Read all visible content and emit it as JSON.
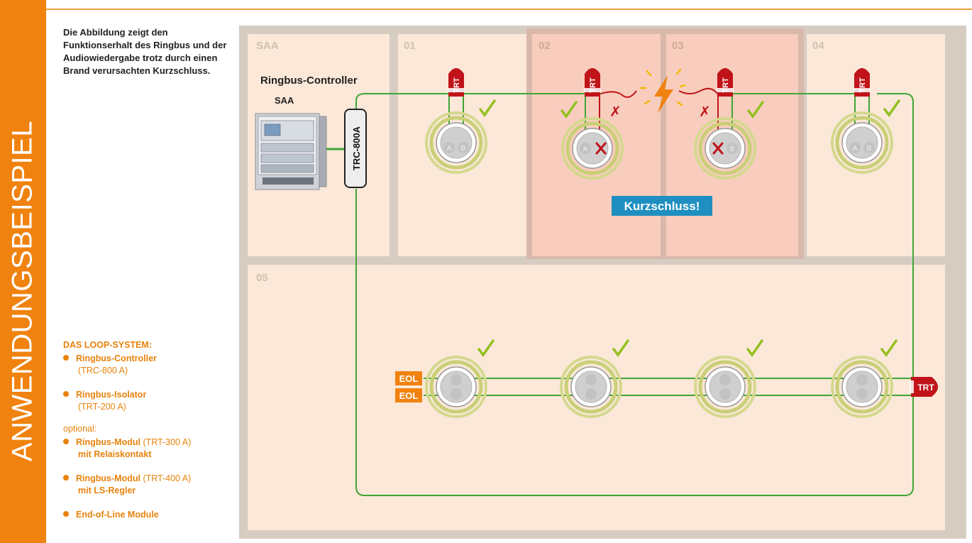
{
  "sidebar": {
    "title": "ANWENDUNGSBEISPIEL"
  },
  "description": "Die Abbildung zeigt den Funktionserhalt des Ringbus und der Audiowiedergabe trotz durch einen Brand verursachten Kurzschluss.",
  "system": {
    "heading": "DAS LOOP-SYSTEM:",
    "items": [
      {
        "name": "Ringbus-Controller",
        "detail": "(TRC-800 A)"
      },
      {
        "name": "Ringbus-Isolator",
        "detail": "(TRT-200 A)"
      }
    ],
    "optional_label": "optional:",
    "optional_items": [
      {
        "name": "Ringbus-Modul",
        "detail": "(TRT-300 A)",
        "extra": "mit Relaiskontakt"
      },
      {
        "name": "Ringbus-Modul",
        "detail": "(TRT-400 A)",
        "extra": "mit LS-Regler"
      },
      {
        "name": "End-of-Line Module",
        "detail": "",
        "extra": ""
      }
    ]
  },
  "diagram": {
    "zones": [
      "SAA",
      "01",
      "02",
      "03",
      "04",
      "05"
    ],
    "controller_title": "Ringbus-Controller",
    "controller_sub": "SAA",
    "controller_unit": "TRC-800A",
    "isolator_label": "TRT",
    "speaker_labels": [
      "A",
      "B"
    ],
    "check_mark": "✓",
    "fail_mark": "✗",
    "short_circuit": "Kurzschluss!",
    "eol_label": "EOL",
    "colors": {
      "orange": "#f0820f",
      "green": "#3fa535",
      "red": "#c0141a",
      "zone": "#d6ccc2",
      "zone_fill": "#fbe8d8",
      "fault_fill": "#f8cdbd",
      "badge": "#1e8fc0"
    }
  }
}
